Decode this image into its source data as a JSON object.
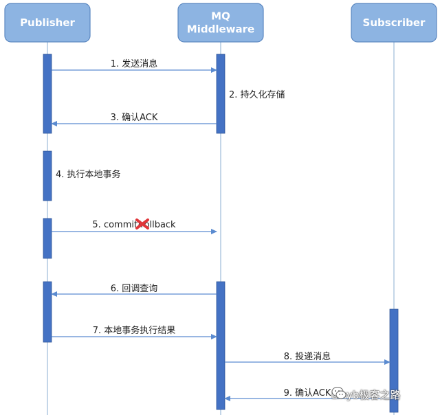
{
  "colors": {
    "header_fill": "#8DB4E2",
    "header_stroke": "#5B87C0",
    "lifeline": "#9DBAD9",
    "activation": "#4472C4",
    "activation_stroke": "#2F5597",
    "arrow": "#5B8BD0",
    "cancel_mark": "#E0363A",
    "text": "#222222"
  },
  "participants": [
    {
      "id": "publisher",
      "lines": [
        "Publisher"
      ]
    },
    {
      "id": "mq",
      "lines": [
        "MQ",
        "Middleware"
      ]
    },
    {
      "id": "subscriber",
      "lines": [
        "Subscriber"
      ]
    }
  ],
  "messages": [
    {
      "id": "m1",
      "label": "1. 发送消息",
      "from": "publisher",
      "to": "mq"
    },
    {
      "id": "m2",
      "label": "2. 持久化存储",
      "self": "mq"
    },
    {
      "id": "m3",
      "label": "3. 确认ACK",
      "from": "mq",
      "to": "publisher"
    },
    {
      "id": "m4",
      "label": "4. 执行本地事务",
      "self": "publisher"
    },
    {
      "id": "m5",
      "label": "5. commit/rollback",
      "from": "publisher",
      "to": "mq",
      "cancel_mark": true
    },
    {
      "id": "m6",
      "label": "6. 回调查询",
      "from": "mq",
      "to": "publisher"
    },
    {
      "id": "m7",
      "label": "7. 本地事务执行结果",
      "from": "publisher",
      "to": "mq"
    },
    {
      "id": "m8",
      "label": "8. 投递消息",
      "from": "mq",
      "to": "subscriber"
    },
    {
      "id": "m9",
      "label": "9. 确认ACK",
      "from": "subscriber",
      "to": "mq"
    }
  ],
  "watermark": {
    "text": "Linyb极客之路",
    "icon": "wechat-icon"
  }
}
